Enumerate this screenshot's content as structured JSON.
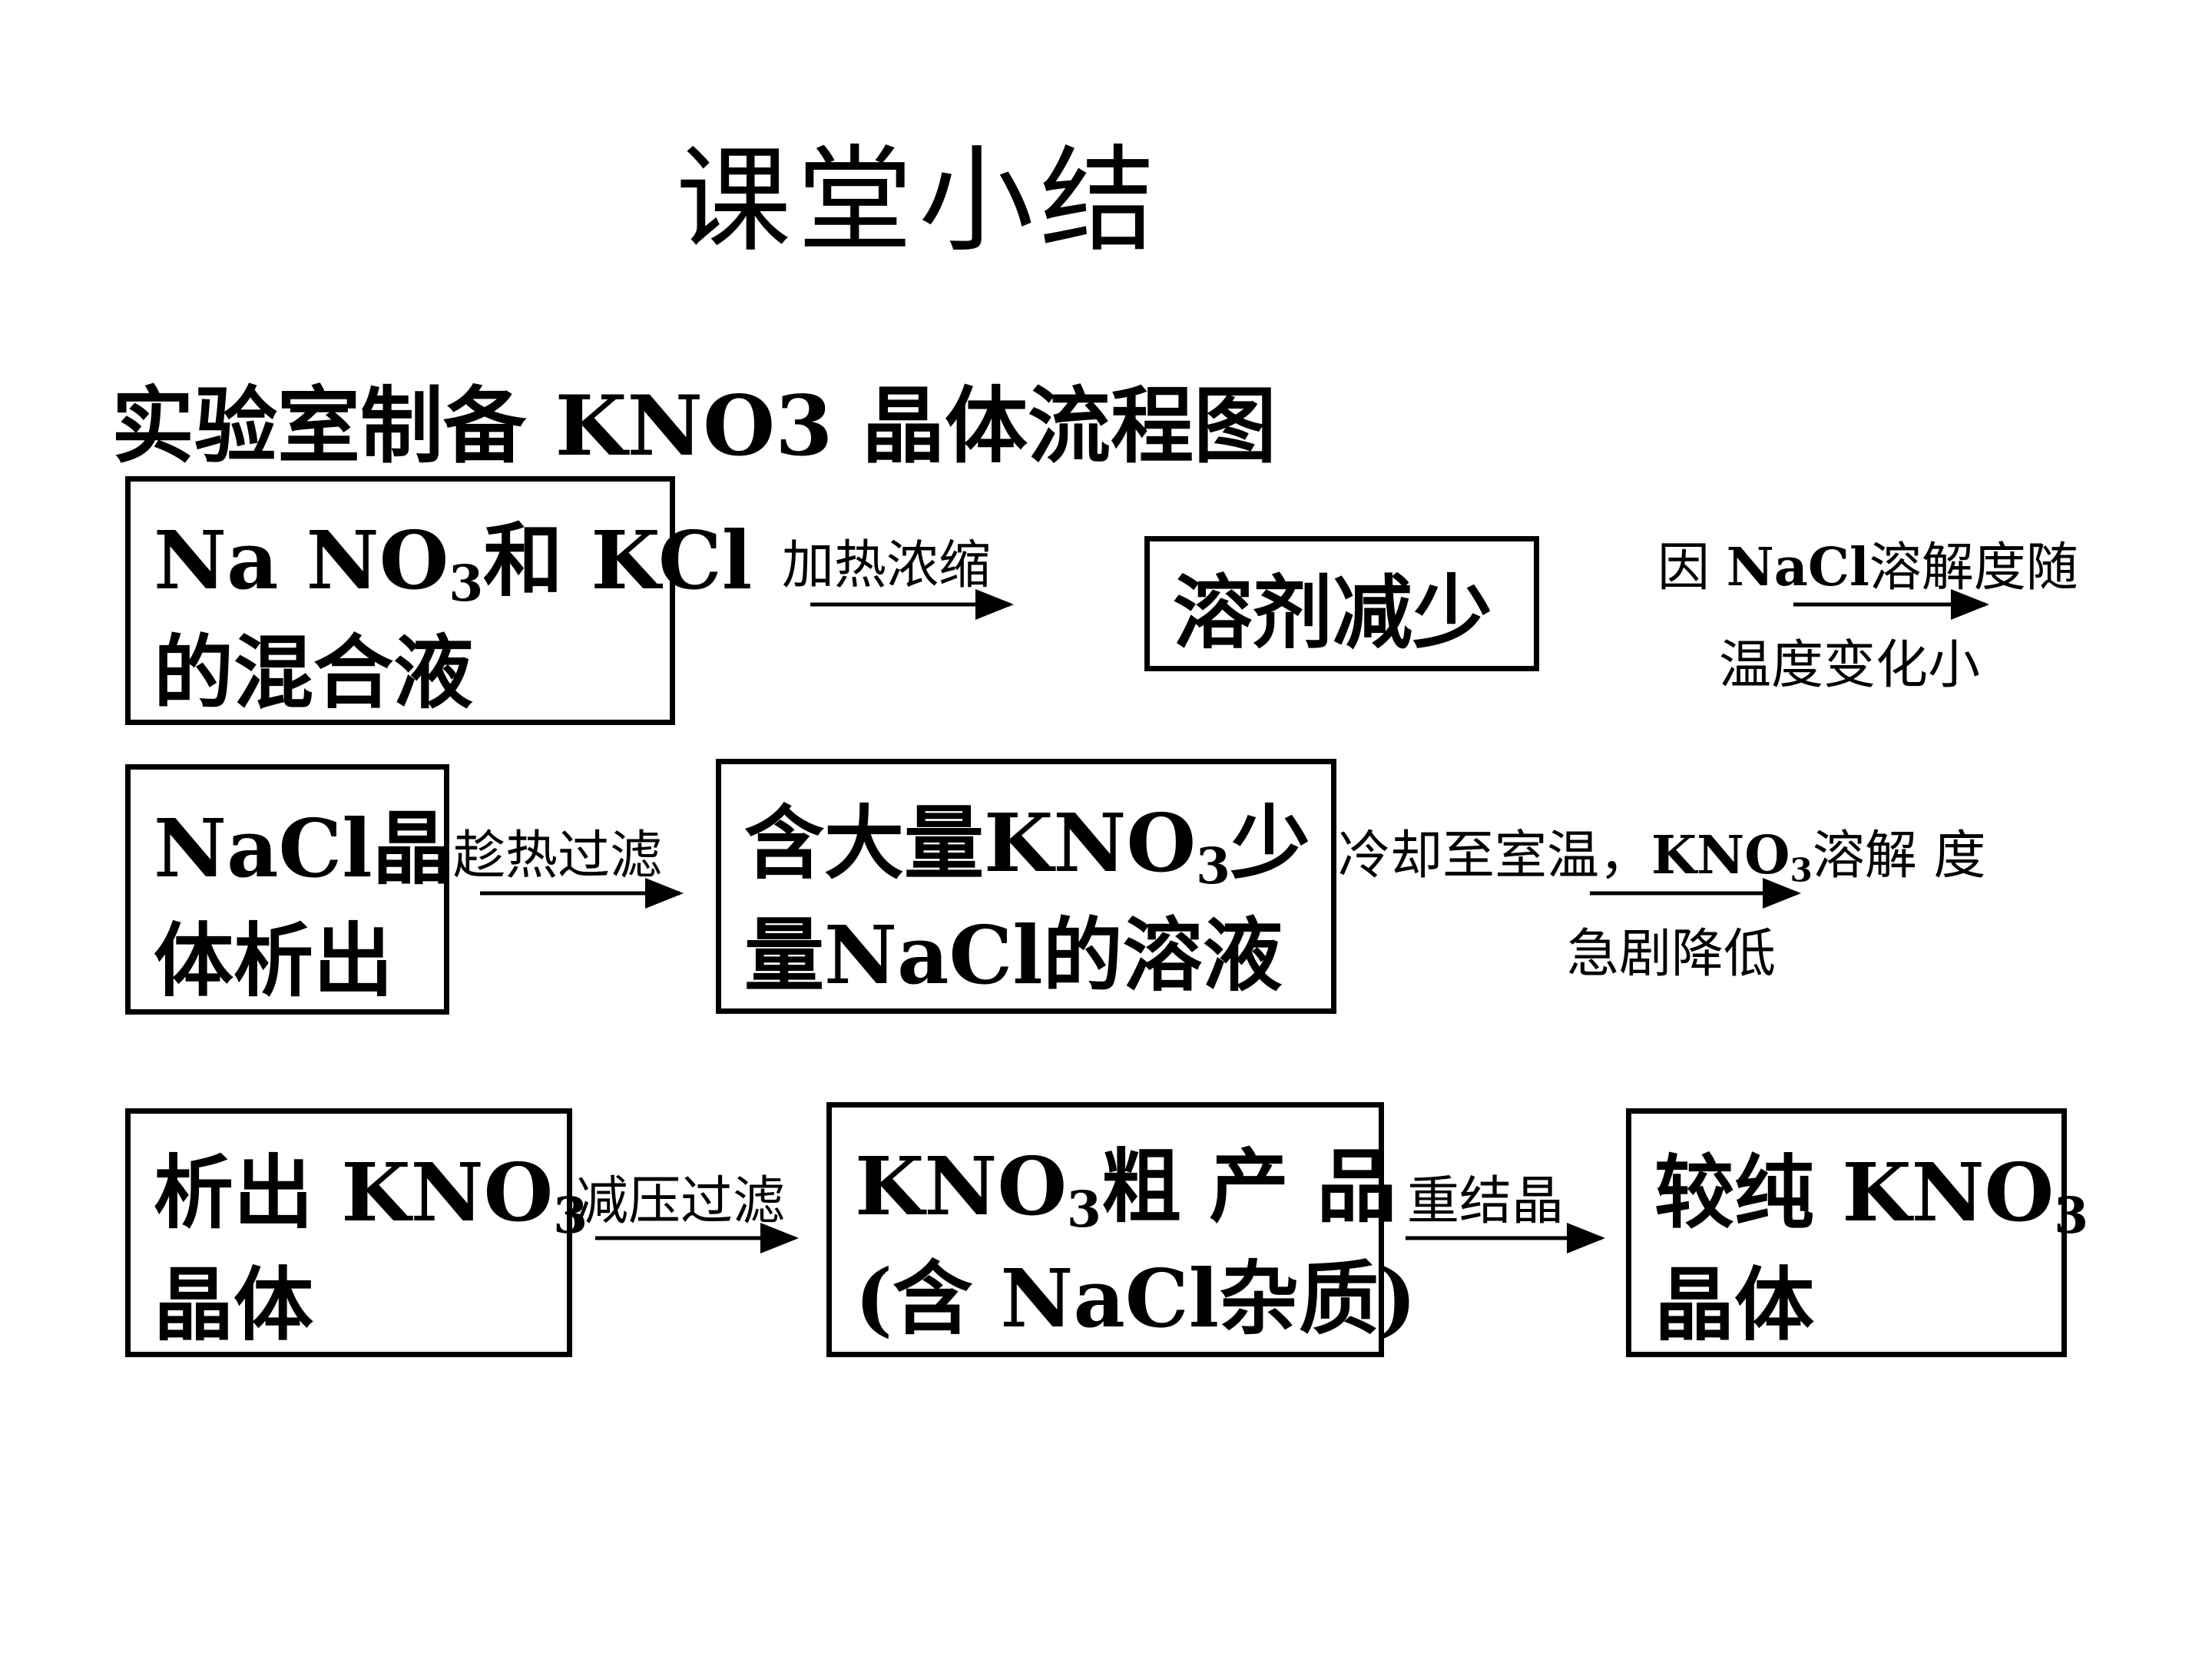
{
  "title": "课堂小结",
  "subtitle": "实验室制备 KNO3 晶体流程图",
  "boxes": {
    "mix": {
      "line1_a": "Na NO",
      "line1_sub": "3",
      "line1_b": "和 KCl",
      "line2": "的混合液"
    },
    "solvent": {
      "text": "溶剂减少"
    },
    "nacl": {
      "line1": "NaCl晶",
      "line2": "体析出"
    },
    "solution": {
      "line1_a": "含大量KNO",
      "line1_sub": "3",
      "line1_b": "少",
      "line2": "量NaCl的溶液"
    },
    "kno3_crystal": {
      "line1_a": "析出 KNO",
      "line1_sub": "3",
      "line2": "晶体"
    },
    "crude": {
      "line1_a": "KNO",
      "line1_sub": "3",
      "line1_b": "粗 产 品",
      "line2": "(含 NaCl杂质)"
    },
    "pure": {
      "line1_a": "较纯 KNO",
      "line1_sub": "3",
      "line2": "晶体"
    }
  },
  "arrows": {
    "heat": {
      "above": "加热浓缩"
    },
    "nacl_solubility": {
      "above_a": "因 ",
      "above_b": "NaCl",
      "above_c": "溶解度随",
      "below": "温度变化小"
    },
    "hot_filter": {
      "above": "趁热过滤"
    },
    "cool": {
      "above_a": "冷却至室温，",
      "above_b": "KNO",
      "above_sub": "3",
      "above_c": "溶解 度",
      "below": "急剧降低"
    },
    "vacuum_filter": {
      "above": "减压过滤"
    },
    "recrystallize": {
      "above": "重结晶"
    }
  },
  "colors": {
    "ink": "#000000",
    "background": "#ffffff"
  }
}
